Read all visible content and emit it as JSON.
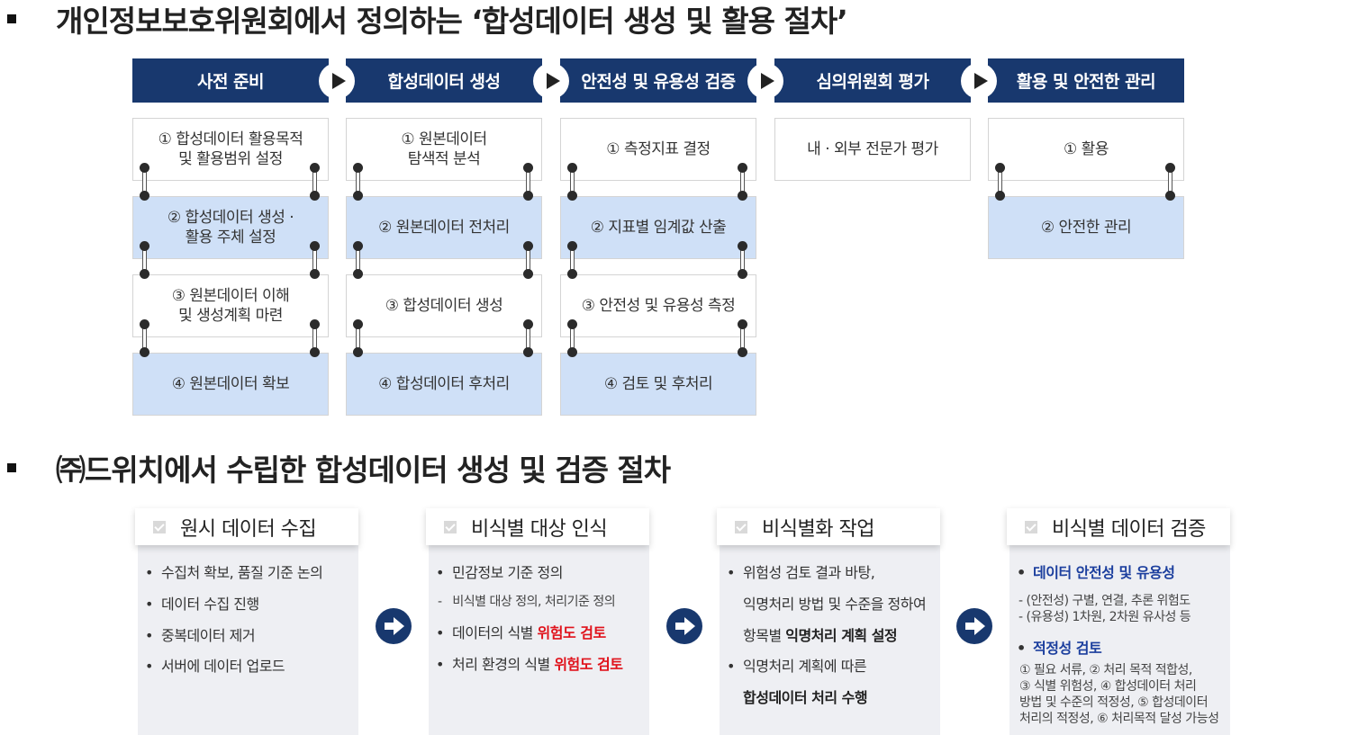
{
  "section1": {
    "title": "개인정보보호위원회에서 정의하는 ‘합성데이터 생성 및 활용 절차’",
    "columns": [
      {
        "header": "사전 준비",
        "steps": [
          "① 합성데이터 활용목적\n및 활용범위 설정",
          "② 합성데이터 생성 ·\n활용 주체 설정",
          "③ 원본데이터 이해\n및 생성계획 마련",
          "④ 원본데이터 확보"
        ]
      },
      {
        "header": "합성데이터 생성",
        "steps": [
          "① 원본데이터\n탐색적 분석",
          "② 원본데이터 전처리",
          "③ 합성데이터 생성",
          "④ 합성데이터 후처리"
        ]
      },
      {
        "header": "안전성 및 유용성 검증",
        "steps": [
          "① 측정지표 결정",
          "② 지표별 임계값 산출",
          "③ 안전성 및 유용성 측정",
          "④ 검토 및 후처리"
        ]
      },
      {
        "header": "심의위원회 평가",
        "steps": [
          "내 · 외부 전문가 평가"
        ]
      },
      {
        "header": "활용 및 안전한 관리",
        "steps": [
          "① 활용",
          "② 안전한 관리"
        ]
      }
    ]
  },
  "section2": {
    "title": "㈜드위치에서 수립한 합성데이터 생성 및 검증 절차",
    "cards": [
      {
        "title": "원시 데이터 수집",
        "items": [
          "수집처 확보, 품질 기준 논의",
          "데이터 수집 진행",
          "중복데이터 제거",
          "서버에 데이터 업로드"
        ]
      },
      {
        "title": "비식별 대상 인식",
        "item1": "민감정보 기준 정의",
        "sub1": "비식별 대상 정의, 처리기준 정의",
        "item2_pre": "데이터의 식별 ",
        "item2_hl": "위험도 검토",
        "item3_pre": "처리 환경의 식별 ",
        "item3_hl": "위험도 검토"
      },
      {
        "title": "비식별화 작업",
        "line1": "위험성 검토 결과 바탕,",
        "line2": "익명처리 방법 및 수준을 정하여",
        "line3_pre": "항목별 ",
        "line3_bold": "익명처리 계획 설정",
        "line4": "익명처리 계획에 따른",
        "line5": "합성데이터 처리 수행"
      },
      {
        "title": "비식별 데이터 검증",
        "head1": "데이터 안전성 및 유용성",
        "sub1": "- (안전성) 구별, 연결, 추론 위험도",
        "sub2": "- (유용성) 1차원, 2차원 유사성 등",
        "head2": "적정성 검토",
        "detail": [
          "① 필요 서류, ② 처리 목적 적합성,",
          "③ 식별 위험성, ④ 합성데이터 처리",
          "방법 및 수준의 적정성, ⑤ 합성데이터",
          "처리의 적정성, ⑥ 처리목적 달성 가능성"
        ]
      }
    ]
  },
  "colors": {
    "navy": "#18386e",
    "step_blue": "#cfe0f7",
    "card_bg": "#eeeff3",
    "red": "#e0121b",
    "highlight_blue": "#1c3f9e"
  },
  "icons": {
    "bullet": "square-bullet-icon",
    "step_arrow": "play-triangle-icon",
    "binder": "binder-ring-icon",
    "card_check": "checkbox-icon",
    "flow_arrow": "arrow-right-circle-icon"
  }
}
